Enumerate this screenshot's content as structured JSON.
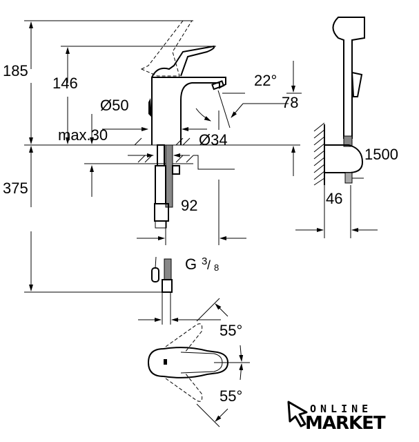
{
  "dimensions": {
    "height_total": "185",
    "height_spout": "146",
    "angle_spout": "22°",
    "spout_clearance": "78",
    "body_diameter": "Ø50",
    "max_deck_thickness": "max.30",
    "hole_diameter": "Ø34",
    "hose_length_below": "375",
    "spout_reach": "92",
    "thread": "G",
    "thread_num": "3",
    "thread_den": "8",
    "hose_length": "1500",
    "holder_depth": "46",
    "lever_angle_left": "55°",
    "lever_angle_right": "55°"
  },
  "logo": {
    "top": "ONLINE",
    "bottom": "MARKET"
  }
}
